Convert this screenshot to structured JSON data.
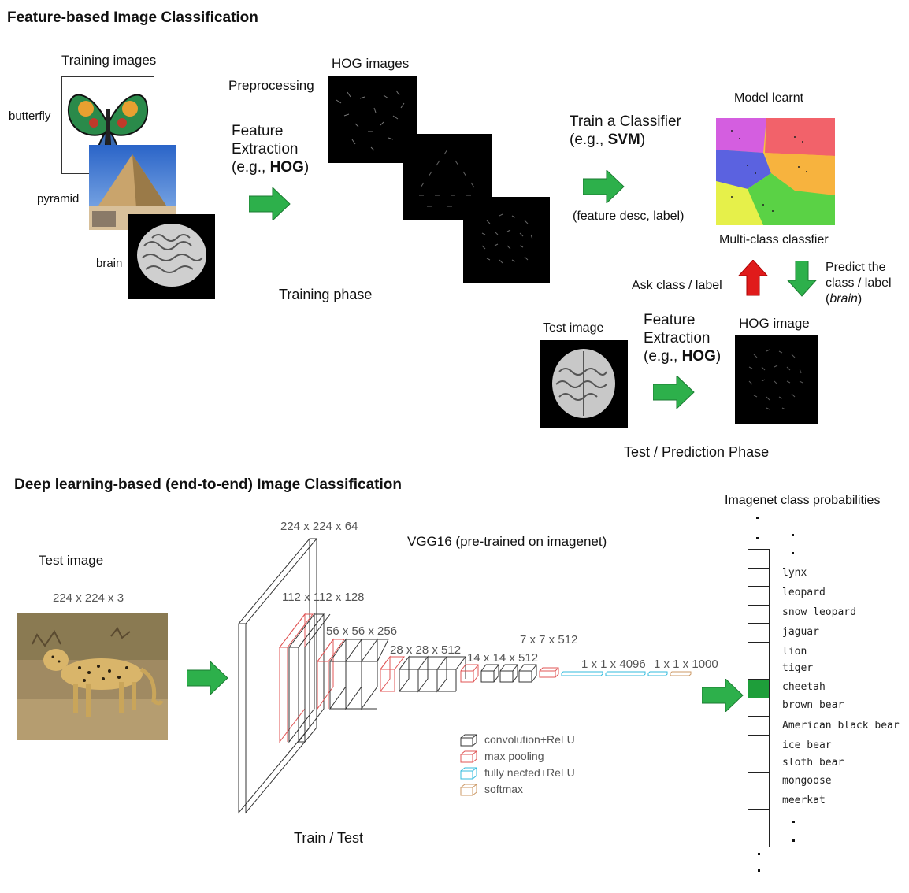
{
  "top": {
    "title": "Feature-based Image Classification",
    "training_images_label": "Training images",
    "classes": [
      "butterfly",
      "pyramid",
      "brain"
    ],
    "preprocessing": "Preprocessing",
    "hog_images_label": "HOG images",
    "feature_extraction_lines": [
      "Feature",
      "Extraction",
      "(e.g., ",
      "HOG",
      ")"
    ],
    "training_phase": "Training phase",
    "train_classifier_line1": "Train a Classifier",
    "train_classifier_line2_pre": "(e.g., ",
    "train_classifier_line2_bold": "SVM",
    "train_classifier_line2_post": ")",
    "feature_desc_label": "(feature desc, label)",
    "model_learnt": "Model learnt",
    "multiclass": "Multi-class classfier",
    "ask_class": "Ask class / label",
    "predict_line1": "Predict the",
    "predict_line2": "class / label",
    "predict_line3_italic": "brain",
    "test_image_label": "Test image",
    "hog_image_label": "HOG image",
    "test_phase": "Test / Prediction Phase"
  },
  "bottom": {
    "title": "Deep learning-based (end-to-end) Image Classification",
    "test_image_label": "Test image",
    "input_dims": "224 x 224 x 3",
    "vgg_label": "VGG16  (pre-trained on imagenet)",
    "layer_dims": [
      "224 x 224 x 64",
      "112 x 112 x 128",
      "56 x 56 x 256",
      "28 x 28 x 512",
      "14 x 14 x 512",
      "7 x 7 x 512",
      "1 x 1 x 4096",
      "1 x 1 x 1000"
    ],
    "legend": [
      {
        "label": "convolution+ReLU",
        "color": "#333333"
      },
      {
        "label": "max pooling",
        "color": "#e05555"
      },
      {
        "label": "fully nected+ReLU",
        "color": "#33bbdd"
      },
      {
        "label": "softmax",
        "color": "#cc9966"
      }
    ],
    "train_test": "Train / Test",
    "probs_title": "Imagenet class probabilities",
    "classes": [
      "lynx",
      "leopard",
      "snow leopard",
      "jaguar",
      "lion",
      "tiger",
      "cheetah",
      "brown bear",
      "American black bear",
      "ice bear",
      "sloth bear",
      "mongoose",
      "meerkat"
    ],
    "highlighted_class": "cheetah",
    "highlight_color": "#1e9e3a"
  },
  "colors": {
    "arrow_green": "#2db04b",
    "arrow_red": "#e01b1b"
  }
}
